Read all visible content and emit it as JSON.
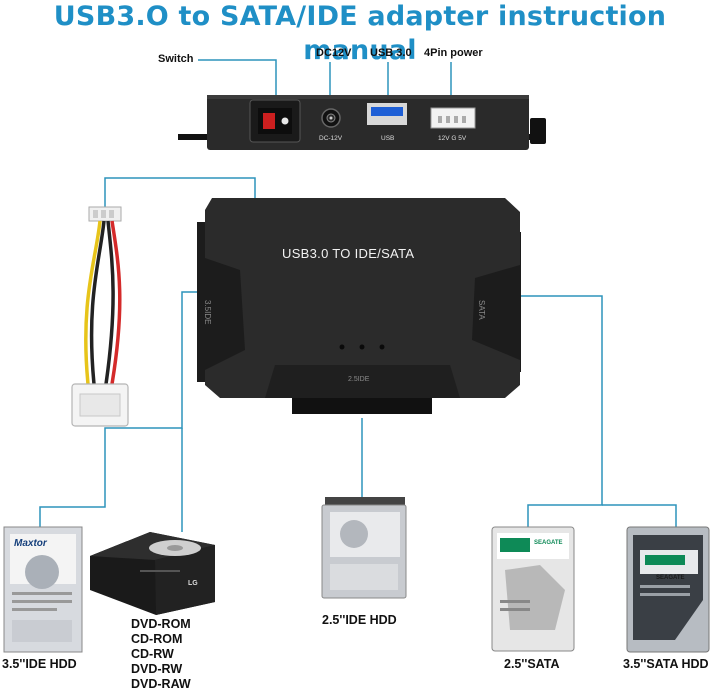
{
  "title": "USB3.O to SATA/IDE adapter instruction manual",
  "top_labels": {
    "switch": "Switch",
    "dc12v": "DC12V",
    "usb30": "USB 3.0",
    "pin4": "4Pin power"
  },
  "panel_text": {
    "dc": "DC-12V",
    "usb": "USB",
    "power": "12V G 5V"
  },
  "adapter": {
    "front": "USB3.0 TO IDE/SATA",
    "left_side": "3.5IDE",
    "right_side": "SATA",
    "bottom": "2.5IDE"
  },
  "devices": {
    "ide35": "3.5''IDE HDD",
    "ide25": "2.5''IDE HDD",
    "sata25": "2.5''SATA",
    "sata35": "3.5''SATA HDD",
    "dvd": [
      "DVD-ROM",
      "CD-ROM",
      "CD-RW",
      "DVD-RW",
      "DVD-RAW"
    ]
  },
  "brands": {
    "maxtor": "Maxtor",
    "lg": "LG",
    "seagate": "SEAGATE"
  },
  "colors": {
    "title": "#1f8fc6",
    "connector_line": "#2d94bc",
    "device_black": "#1a1a1a"
  }
}
